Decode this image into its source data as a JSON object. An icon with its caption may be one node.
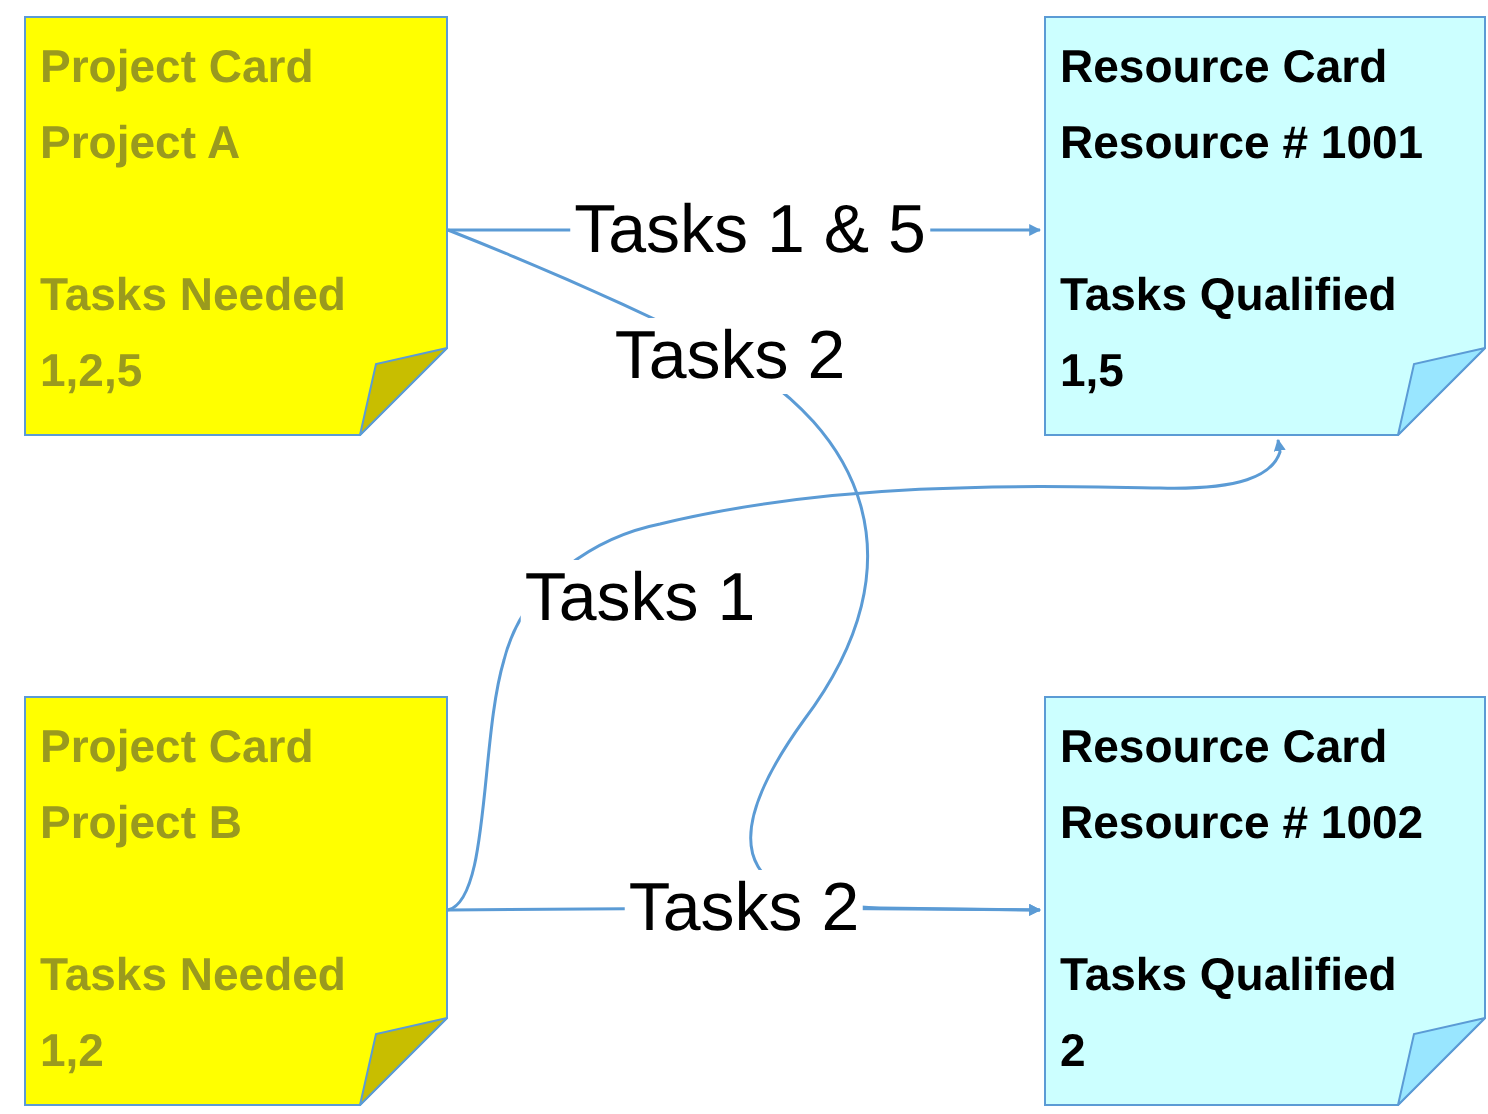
{
  "diagram": {
    "nodes": [
      {
        "text": [
          "Project Card",
          "Project A",
          "Tasks Needed",
          "1,2,5"
        ]
      },
      {
        "text": [
          "Resource Card",
          "Resource # 1001",
          "Tasks Qualified",
          "1,5"
        ]
      },
      {
        "text": [
          "Project Card",
          "Project B",
          "Tasks Needed",
          "1,2"
        ]
      },
      {
        "text": [
          "Resource Card",
          "Resource # 1002",
          "Tasks Qualified",
          "2"
        ]
      }
    ],
    "edges": [
      {
        "from": 0,
        "to": 1,
        "arrow": "to",
        "label": "Tasks 1 & 5"
      },
      {
        "from": 0,
        "to": 3,
        "arrow": "to",
        "label": "Tasks 2"
      },
      {
        "from": 2,
        "to": 1,
        "arrow": "to",
        "label": "Tasks 1"
      },
      {
        "from": 2,
        "to": 3,
        "arrow": "to",
        "label": "Tasks 2"
      }
    ]
  }
}
